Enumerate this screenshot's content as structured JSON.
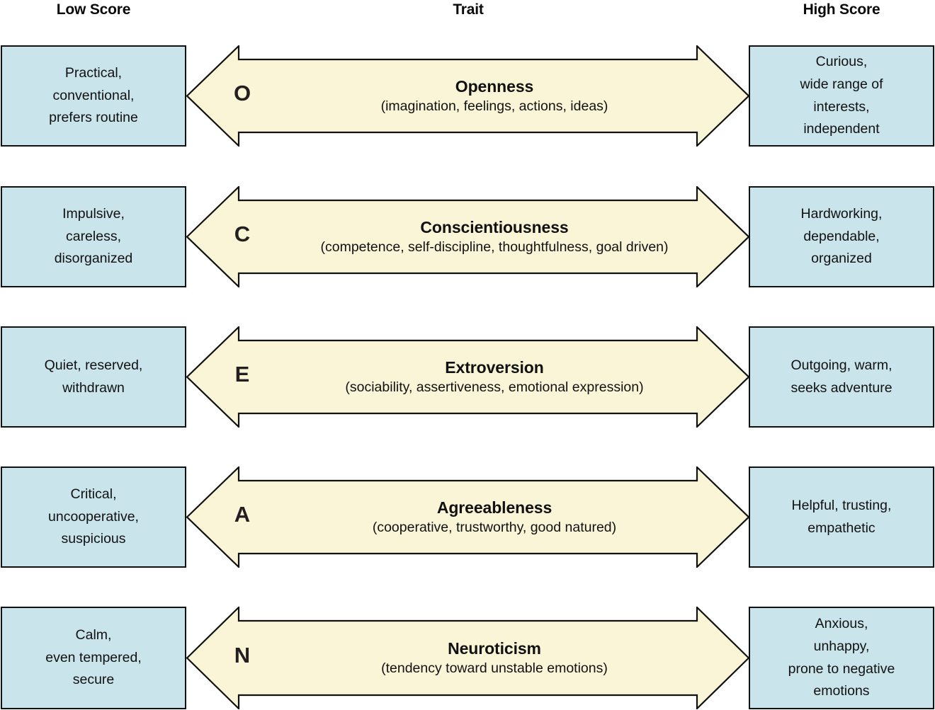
{
  "headers": {
    "low": "Low Score",
    "trait": "Trait",
    "high": "High Score"
  },
  "colors": {
    "score_box_fill": "#c9e4ea",
    "arrow_fill": "#faf5d7",
    "stroke": "#111111",
    "text": "#111111"
  },
  "rows": [
    {
      "letter": "O",
      "trait_name": "Openness",
      "trait_name_rest": "penness",
      "facets": "(imagination, feelings, actions, ideas)",
      "low": "Practical,\nconventional,\nprefers routine",
      "high": "Curious,\nwide range of\ninterests,\nindependent"
    },
    {
      "letter": "C",
      "trait_name": "Conscientiousness",
      "trait_name_rest": "onscientiousness",
      "facets": "(competence, self-discipline, thoughtfulness, goal driven)",
      "low": "Impulsive,\ncareless,\ndisorganized",
      "high": "Hardworking,\ndependable,\norganized"
    },
    {
      "letter": "E",
      "trait_name": "Extroversion",
      "trait_name_rest": "xtroversion",
      "facets": "(sociability, assertiveness, emotional expression)",
      "low": "Quiet, reserved,\nwithdrawn",
      "high": "Outgoing, warm,\nseeks adventure"
    },
    {
      "letter": "A",
      "trait_name": "Agreeableness",
      "trait_name_rest": "greeableness",
      "facets": "(cooperative, trustworthy, good natured)",
      "low": "Critical,\nuncooperative,\nsuspicious",
      "high": "Helpful, trusting,\nempathetic"
    },
    {
      "letter": "N",
      "trait_name": "Neuroticism",
      "trait_name_rest": "euroticism",
      "facets": "(tendency toward unstable emotions)",
      "low": "Calm,\neven tempered,\nsecure",
      "high": "Anxious,\nunhappy,\nprone to negative\nemotions"
    }
  ]
}
